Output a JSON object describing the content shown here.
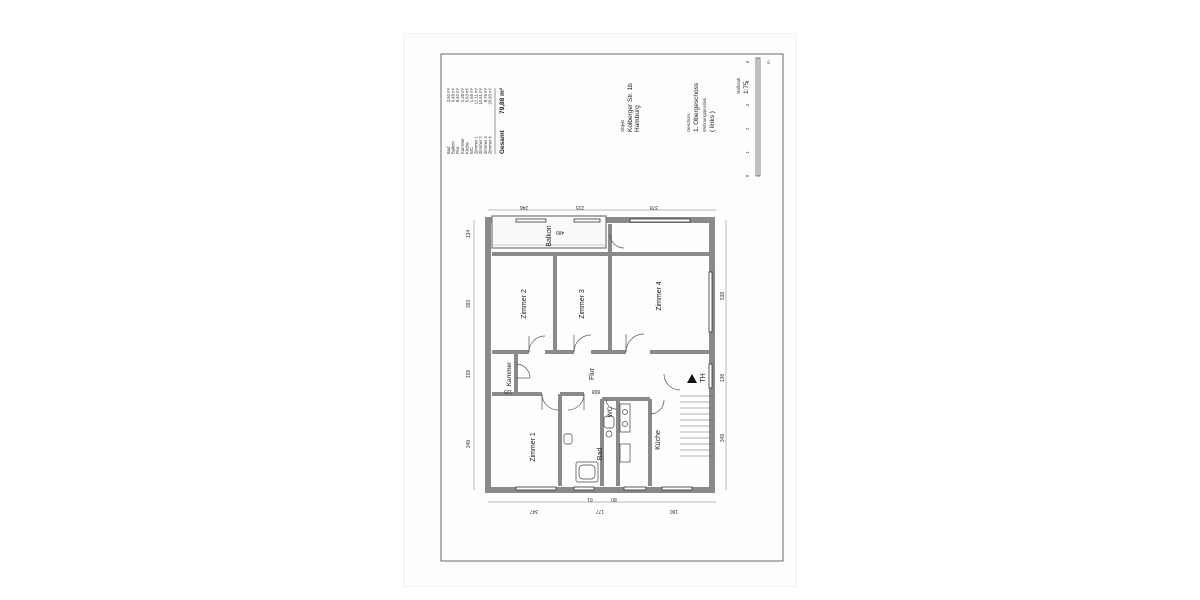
{
  "legend": {
    "rows": [
      {
        "name": "Bad",
        "area": "3,50 m²"
      },
      {
        "name": "Balkon",
        "area": "6,48 m²"
      },
      {
        "name": "Flur",
        "area": "9,40 m²"
      },
      {
        "name": "Kammer",
        "area": "2,28 m²"
      },
      {
        "name": "Küche",
        "area": "6,63 m²"
      },
      {
        "name": "WC",
        "area": "1,65 m²"
      },
      {
        "name": "Zimmer 1",
        "area": "12,11 m²"
      },
      {
        "name": "Zimmer 2",
        "area": "10,61 m²"
      },
      {
        "name": "Zimmer 3",
        "area": "8,76 m²"
      },
      {
        "name": "Zimmer 4",
        "area": "20,93 m²"
      }
    ],
    "total_label": "Gesamt",
    "total_value": "79,88 m²"
  },
  "title_block": {
    "small_label": "Objekt",
    "street": "Kolberger Str. 1b",
    "city": "Hamburg",
    "floor_caption": "Geschoss",
    "floor": "1. Obergeschoss",
    "position_caption": "Wohnungsposition",
    "position": "( links )",
    "scale_caption": "Maßstab",
    "scale": "1:75"
  },
  "scale_bar": {
    "ticks": [
      "0",
      "1",
      "2",
      "3",
      "4",
      "5"
    ],
    "unit": "m"
  },
  "rooms": {
    "balkon": "Balkon",
    "zimmer2": "Zimmer 2",
    "zimmer3": "Zimmer 3",
    "zimmer4": "Zimmer 4",
    "kammer": "Kammer",
    "flur": "Flur",
    "wc": "WC",
    "zimmer1": "Zimmer 1",
    "bad": "Bad",
    "kueche": "Küche",
    "th": "TH"
  },
  "dimensions": {
    "top": [
      "246",
      "215",
      "378"
    ],
    "left": [
      "134",
      "393",
      "159",
      "349"
    ],
    "right": [
      "538",
      "138",
      "349"
    ],
    "bottom": [
      "347",
      "61",
      "177",
      "80",
      "160"
    ],
    "inner": [
      "480",
      "125",
      "808"
    ]
  }
}
